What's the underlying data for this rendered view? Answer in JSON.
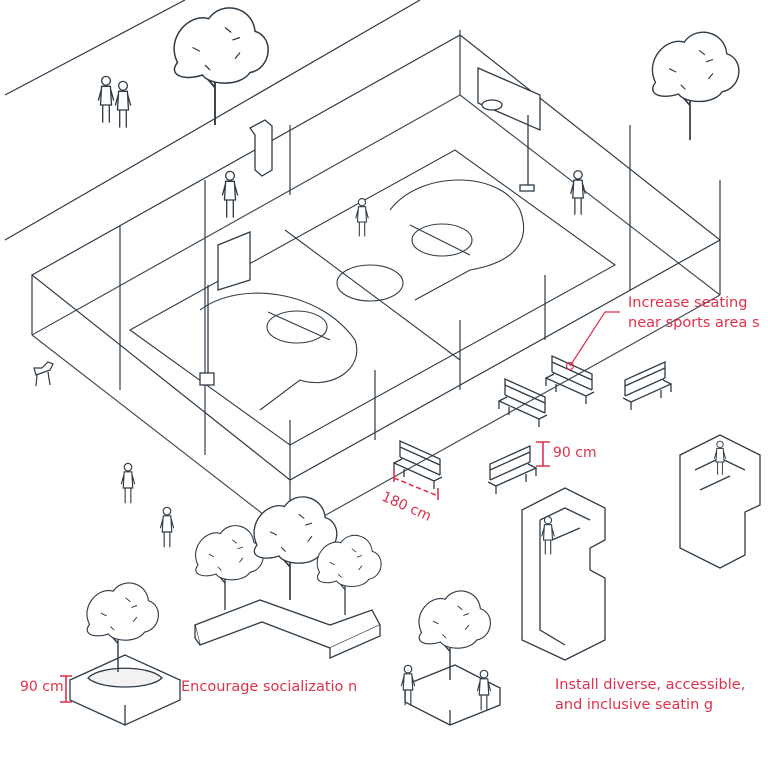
{
  "annotations": {
    "seating_note_line1": "Increase seating",
    "seating_note_line2": "near sports area s",
    "bench_height": "90 cm",
    "bench_length": "180 cm",
    "planter_height": "90 cm",
    "socialization": "Encourage socializatio n",
    "diverse_line1": "Install diverse, accessible,",
    "diverse_line2": "and inclusive seatin g"
  },
  "colors": {
    "line": "#2f3b46",
    "accent": "#e0314b"
  },
  "icons": [
    "tree-icon",
    "person-icon",
    "bench-icon",
    "planter-icon",
    "basketball-hoop-icon",
    "dog-icon",
    "drinking-fountain-icon"
  ]
}
